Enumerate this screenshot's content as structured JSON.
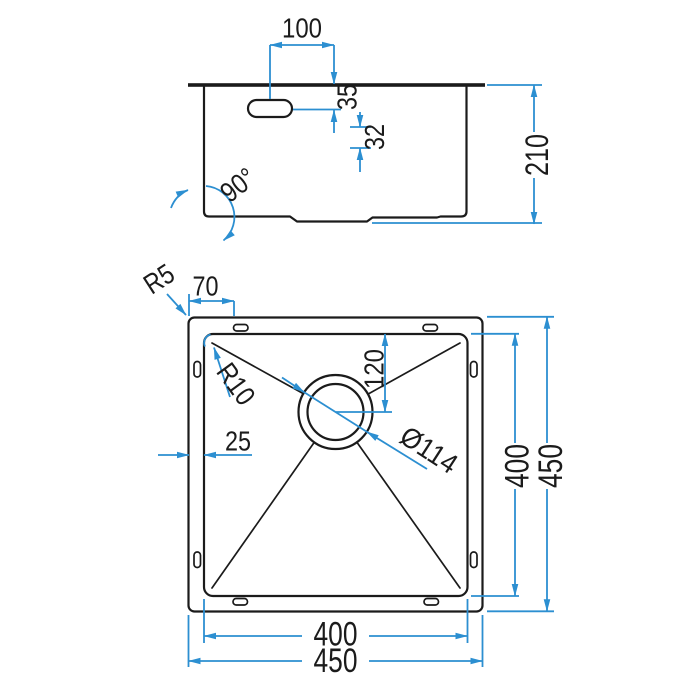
{
  "drawing": {
    "background_color": "#ffffff",
    "outline_color": "#1b1b1b",
    "dimension_line_color": "#2c8fd1",
    "dimension_text_color": "#1b1b1b",
    "side_view": {
      "dim_top_width": "100",
      "dim_overflow_depth": "35",
      "dim_secondary_depth": "32",
      "dim_bowl_depth": "210",
      "dim_corner_angle": "90°"
    },
    "plan_view": {
      "dim_outer_radius": "R5",
      "dim_clip_offset": "70",
      "dim_inner_radius": "R10",
      "dim_drain_offset": "120",
      "dim_drain_diameter": "Ø114",
      "dim_flange_width": "25",
      "dim_inner_width": "400",
      "dim_outer_width": "450",
      "dim_inner_length": "400",
      "dim_outer_length": "450"
    }
  }
}
